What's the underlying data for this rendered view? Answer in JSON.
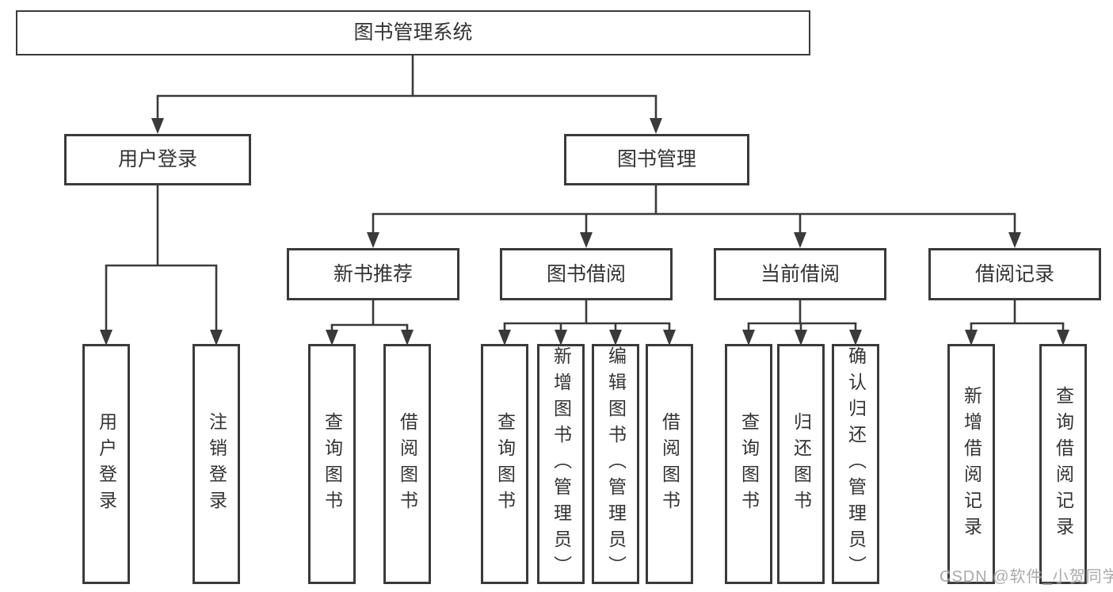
{
  "colors": {
    "line": "#3a3a3a",
    "box_border": "#3a3a3a",
    "text": "#333333",
    "watermark": "#9e9e9e",
    "background": "#ffffff"
  },
  "watermark": "CSDN @软件_小贺同学",
  "tree": {
    "label": "图书管理系统",
    "children": [
      {
        "label": "用户登录",
        "children": [
          {
            "label": "用户登录"
          },
          {
            "label": "注销登录"
          }
        ]
      },
      {
        "label": "图书管理",
        "children": [
          {
            "label": "新书推荐",
            "children": [
              {
                "label": "查询图书"
              },
              {
                "label": "借阅图书"
              }
            ]
          },
          {
            "label": "图书借阅",
            "children": [
              {
                "label": "查询图书"
              },
              {
                "label": "新增图书（管理员）"
              },
              {
                "label": "编辑图书（管理员）"
              },
              {
                "label": "借阅图书"
              }
            ]
          },
          {
            "label": "当前借阅",
            "children": [
              {
                "label": "查询图书"
              },
              {
                "label": "归还图书"
              },
              {
                "label": "确认归还（管理员）"
              }
            ]
          },
          {
            "label": "借阅记录",
            "children": [
              {
                "label": "新增借阅记录"
              },
              {
                "label": "查询借阅记录"
              }
            ]
          }
        ]
      }
    ]
  }
}
